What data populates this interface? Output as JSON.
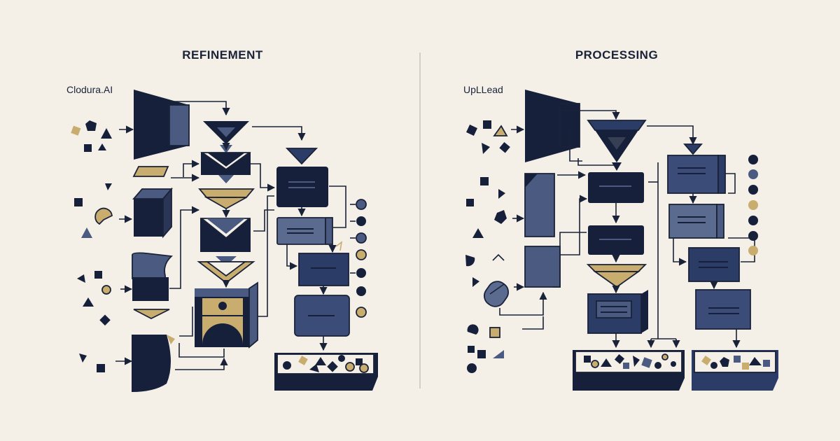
{
  "left": {
    "title": "REFINEMENT",
    "source": "Clodura.AI"
  },
  "right": {
    "title": "PROCESSING",
    "source": "UpLLead"
  },
  "colors": {
    "background": "#f4f0e8",
    "navy": "#16203a",
    "slate": "#4a5a80",
    "tan": "#c9ad6e",
    "grey": "#8a93a8"
  }
}
